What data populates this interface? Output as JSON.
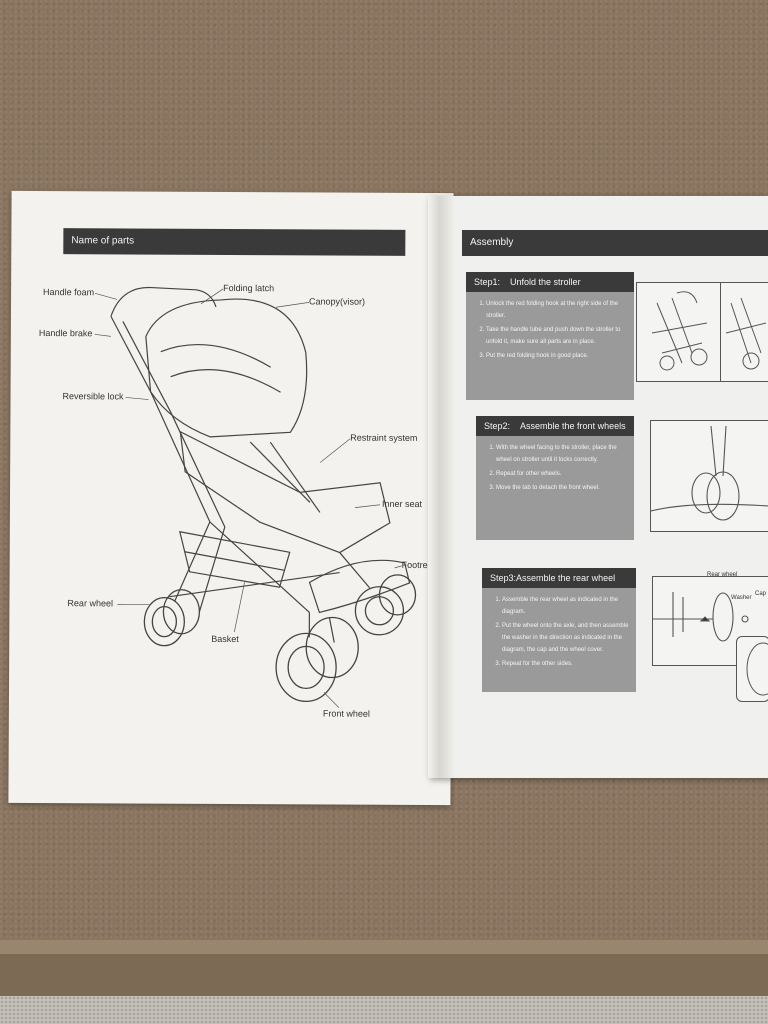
{
  "left_page": {
    "section_title": "Name of parts",
    "labels": {
      "handle_foam": "Handle foam",
      "folding_latch": "Folding latch",
      "canopy": "Canopy(visor)",
      "handle_brake": "Handle brake",
      "reversible_lock": "Reversible lock",
      "restraint_system": "Restraint system",
      "inner_seat": "Inner seat",
      "footrest": "Footrest",
      "rear_wheel": "Rear wheel",
      "basket": "Basket",
      "front_wheel": "Front wheel"
    }
  },
  "right_page": {
    "section_title": "Assembly",
    "steps": [
      {
        "num": "Step1:",
        "title": "Unfold the stroller",
        "items": [
          "Unlock the red folding hook at the right side of the stroller.",
          "Take the handle tube and push down the stroller to unfold it, make sure all parts are in place.",
          "Put the red folding hook in good place."
        ]
      },
      {
        "num": "Step2:",
        "title": "Assemble the front wheels",
        "items": [
          "With the wheel facing to the stroller, place the wheel on stroller until it locks correctly.",
          "Repeat for other wheels.",
          "Move the tab to detach the front wheel."
        ]
      },
      {
        "num": "Step3:",
        "title": "Assemble the rear wheel",
        "items": [
          "Assemble the rear wheel as indicated in the diagram.",
          "Put the wheel onto the axle, and then assemble the washer in the direction as indicated in the diagram, the cap and the wheel cover.",
          "Repeat for the other sides."
        ]
      }
    ],
    "diagram_labels": {
      "rear_wheel": "Rear wheel",
      "washer": "Washer",
      "cap": "Cap"
    }
  }
}
